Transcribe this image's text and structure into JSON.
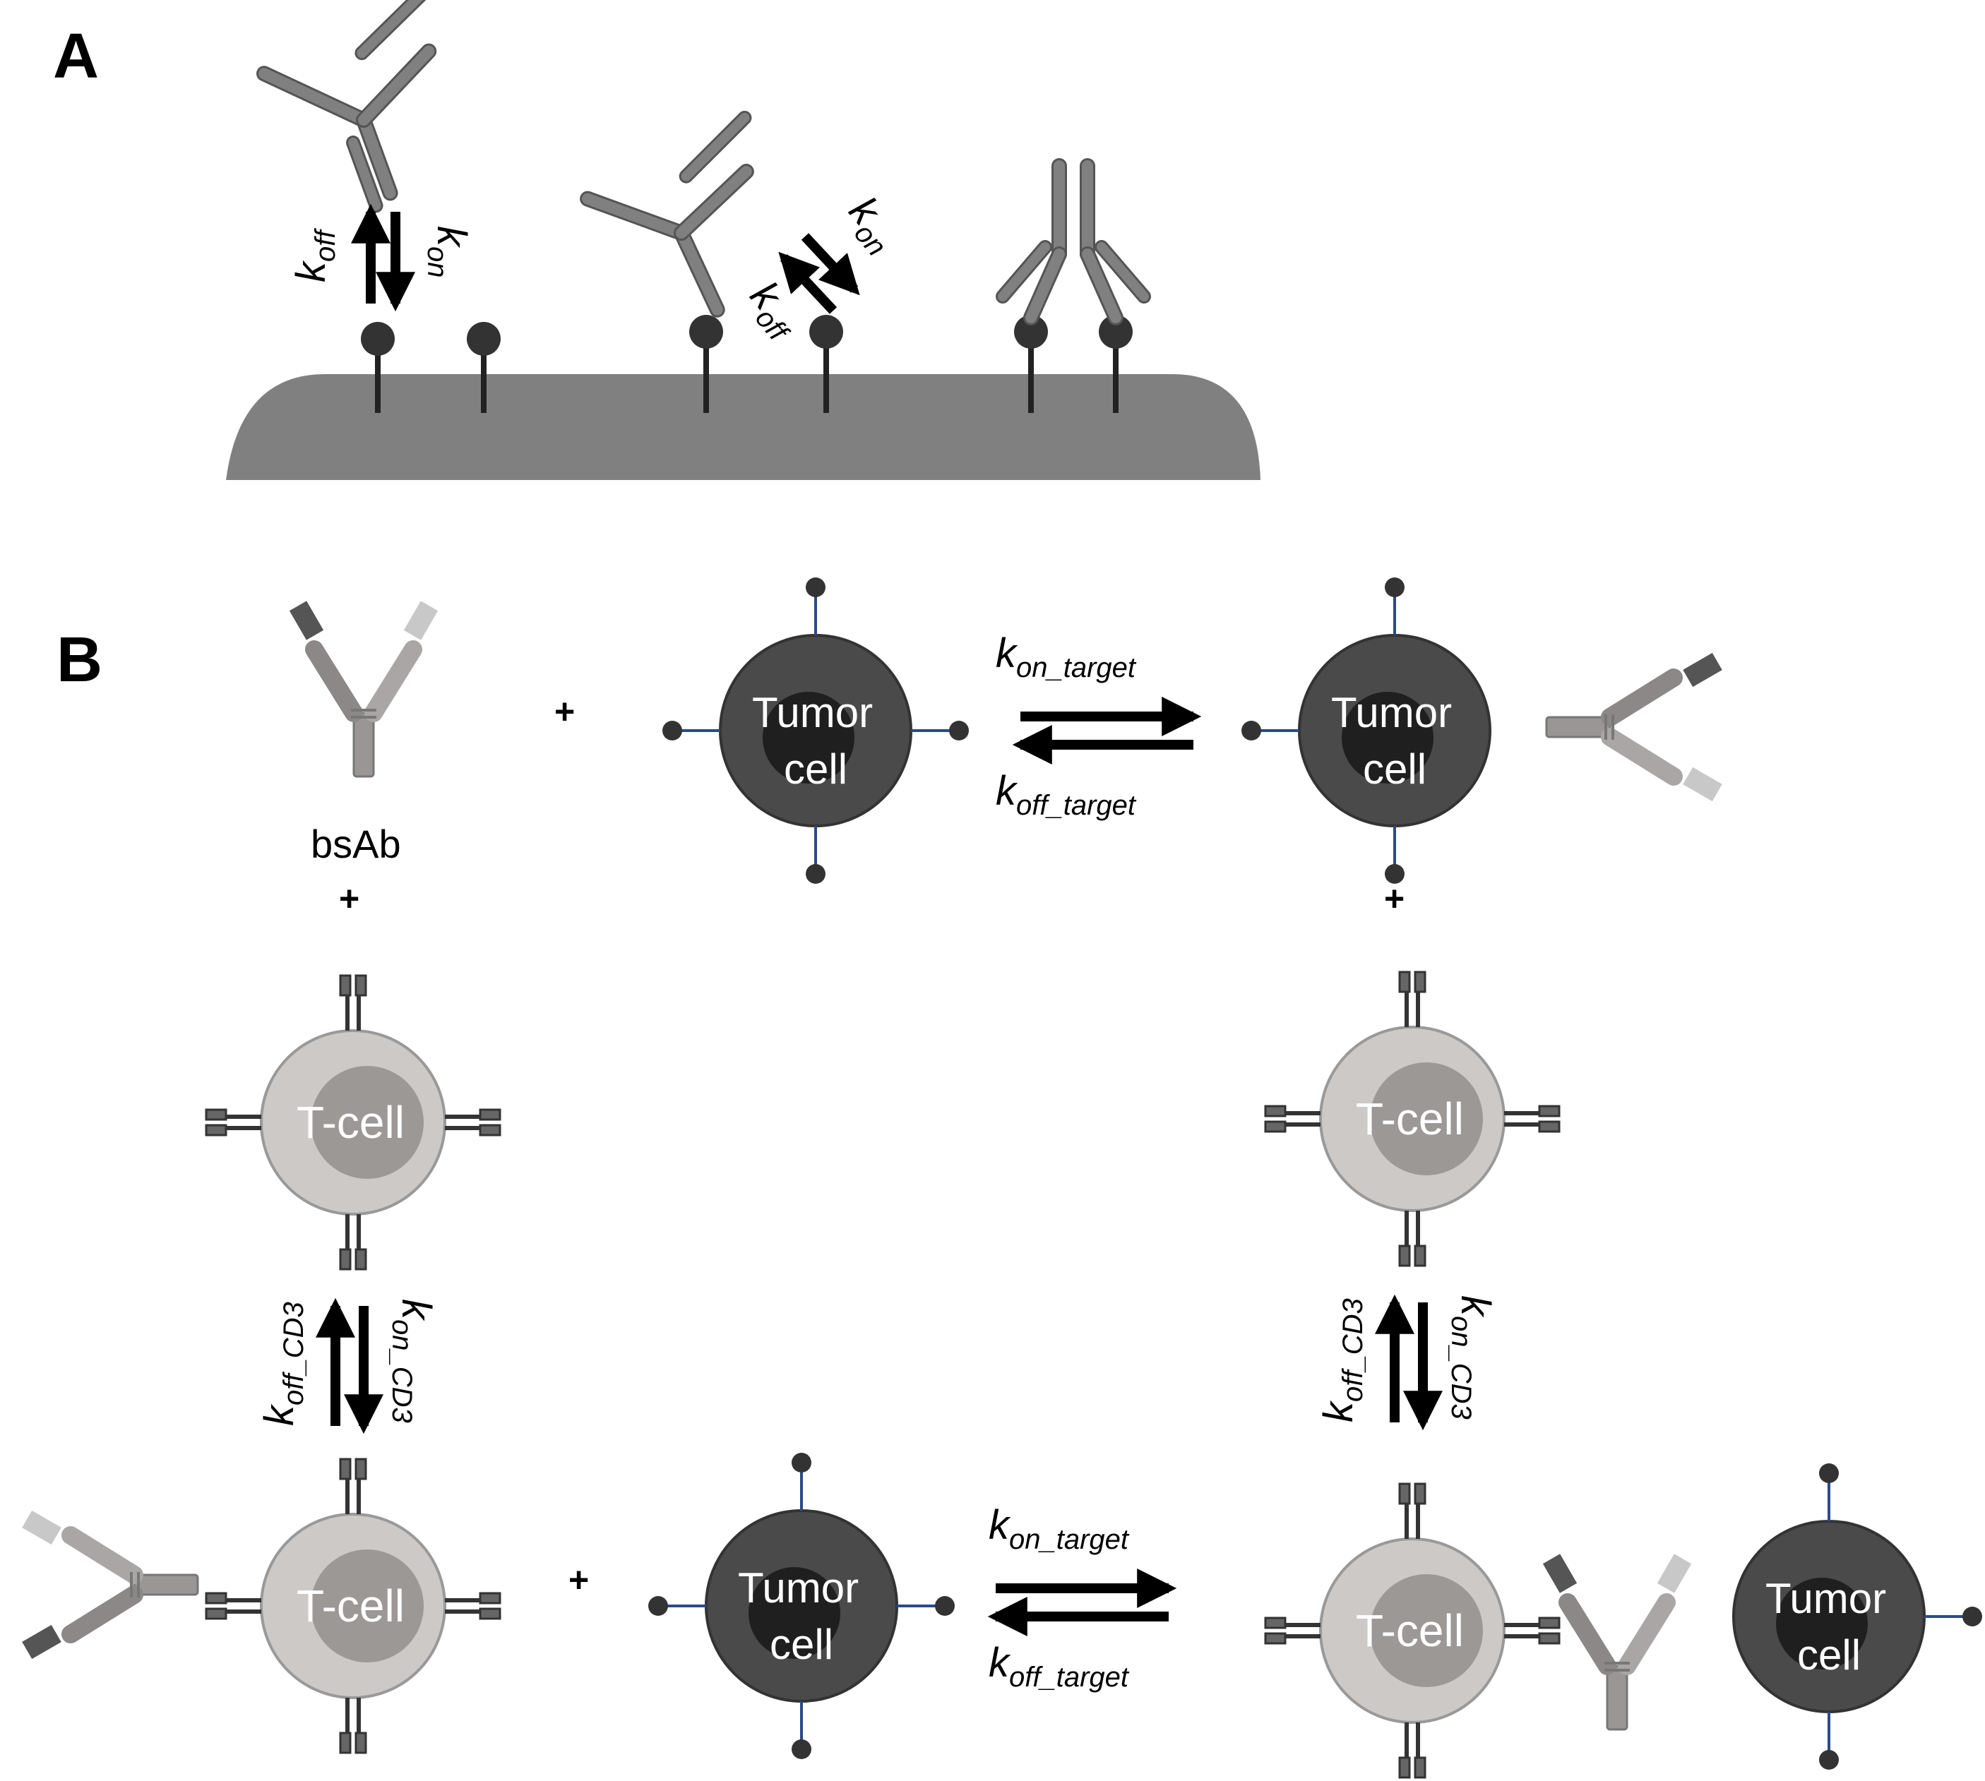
{
  "panels": {
    "a": "A",
    "b": "B"
  },
  "rates": {
    "k": "k",
    "off": "off",
    "on": "on",
    "on_target": "on_target",
    "off_target": "off_target",
    "off_cd3": "off_CD3",
    "on_cd3": "on_CD3"
  },
  "cells": {
    "tumor_line1": "Tumor",
    "tumor_line2": "cell",
    "tcell": "T-cell",
    "bsab": "bsAb"
  },
  "plus": "+",
  "colors": {
    "antibody_gray": "#7a7a7a",
    "membrane_gray": "#808080",
    "tumor_dark": "#4a4a4a",
    "tcell_light": "#cdc9c7",
    "tcell_nucleus": "#9c9896",
    "receptor_blue": "#2b4a8a"
  }
}
